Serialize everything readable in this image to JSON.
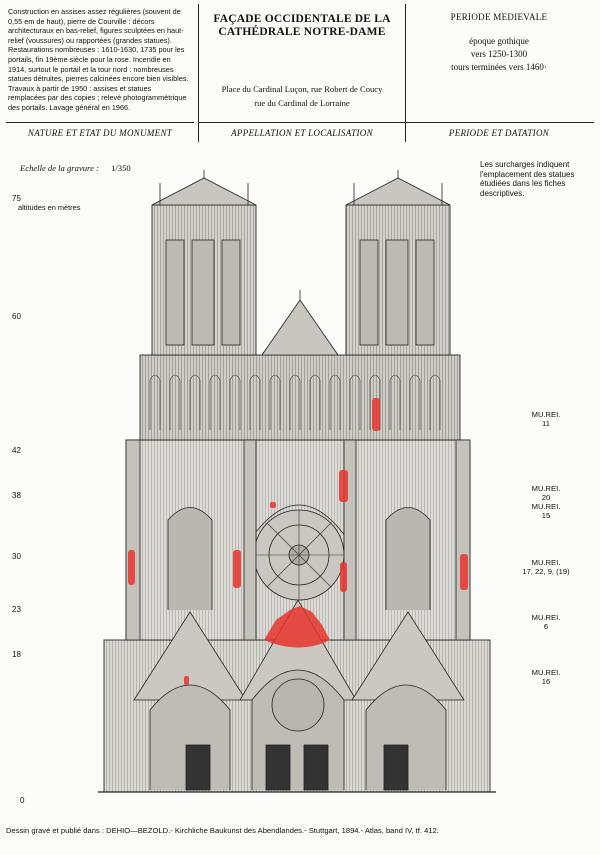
{
  "nature": {
    "text": "Construction en assises assez régulières (souvent de 0,55 em de haut), pierre de Courville : décors architecturaux en bas-relief, figures sculptées en haut-relief (voussures) ou rapportées (grandes statues). Restaurations nombreuses : 1610-1630, 1735 pour les portails, fin 19ème siècle pour la rose. Incendie en 1914, surtout le portail et la tour nord : nombreuses statues détruites, pierres calcinées encore bien visibles. Travaux à partir de 1950 : assises et statues remplacées par des copies ; relevé photogrammétrique des portails. Lavage général en 1966.",
    "section": "NATURE ET ETAT DU MONUMENT"
  },
  "appellation": {
    "title_line1": "FAÇADE OCCIDENTALE DE LA",
    "title_line2": "CATHÉDRALE NOTRE-DAME",
    "loc_line1": "Place du Cardinal Luçon, rue Robert de Coucy",
    "loc_line2": "rue du Cardinal de Lorraine",
    "section": "APPELLATION ET LOCALISATION"
  },
  "periode": {
    "heading": "PERIODE MEDIEVALE",
    "line1": "époque gothique",
    "line2": "vers 1250-1300",
    "line3": "tours terminées vers 1460·",
    "section": "PERIODE ET DATATION"
  },
  "scale": {
    "label": "Echelle de la gravure",
    "sep": ":",
    "value": "1/350"
  },
  "note": "Les surcharges indiquent l'emplacement des statues étudiées dans les fiches descriptives.",
  "altitudes": {
    "unit": "altitudes en mètres",
    "ticks": [
      "75",
      "60",
      "42",
      "38",
      "30",
      "23",
      "18",
      "0"
    ]
  },
  "references": [
    {
      "line1": "MU.REI.",
      "line2": "11"
    },
    {
      "line1": "MU.REI.",
      "line2": "20"
    },
    {
      "line1": "MU.REI.",
      "line2": "15"
    },
    {
      "line1": "MU.REI.",
      "line2": "17, 22, 9, (19)"
    },
    {
      "line1": "MU.REI.",
      "line2": "6"
    },
    {
      "line1": "MU.REI.",
      "line2": "16"
    }
  ],
  "footer": {
    "prefix": "Dessin gravé et publié dans",
    "sep": ":",
    "authors": "DEHIO—BEZOLD.-",
    "rest": "Kirchliche Baukunst des Abendlandes.- Stuttgart, 1894.- Atlas, band IV, tf. 412."
  },
  "colors": {
    "highlight": "#e8342e",
    "ink": "#222222",
    "paper": "#fbfbf9"
  }
}
